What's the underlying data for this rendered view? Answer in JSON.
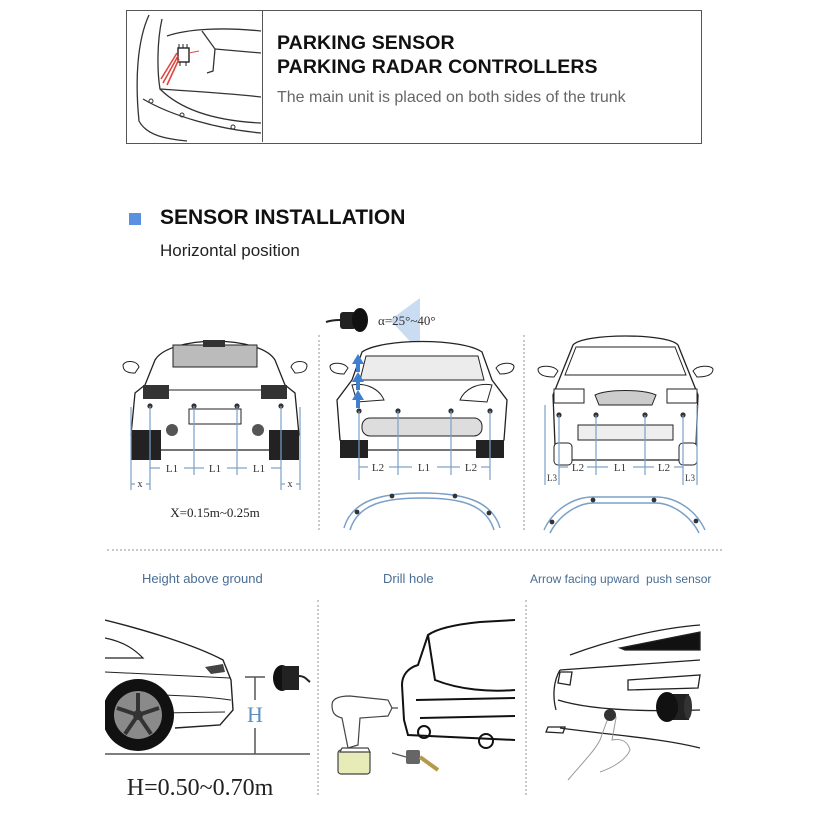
{
  "header": {
    "title_line1": "PARKING SENSOR",
    "title_line2": "PARKING RADAR CONTROLLERS",
    "subtitle": "The main unit is placed on both sides of the trunk",
    "illustration": "trunk-with-control-unit-icon"
  },
  "section": {
    "marker_color": "#5b8fe0",
    "title": "SENSOR INSTALLATION",
    "subtitle": "Horizontal position"
  },
  "diagrams": {
    "rear_car": {
      "labels": [
        "x",
        "L1",
        "L1",
        "L1",
        "x"
      ],
      "formula": "X=0.15m~0.25m"
    },
    "front_car_sporty": {
      "angle_label": "α=25°~40°",
      "labels": [
        "L2",
        "L1",
        "L2"
      ]
    },
    "front_car_sedan": {
      "labels": [
        "L3",
        "L2",
        "L1",
        "L2",
        "L3"
      ]
    }
  },
  "steps": [
    {
      "caption": "Height above ground",
      "marker": "H",
      "formula": "H=0.50~0.70m"
    },
    {
      "caption": "Drill hole"
    },
    {
      "caption": "Arrow facing upward  push sensor"
    }
  ],
  "colors": {
    "accent": "#5b8fe0",
    "dimension_line": "#7aa0c8",
    "caption": "#4a6d94",
    "red_wire": "#e0473f"
  }
}
